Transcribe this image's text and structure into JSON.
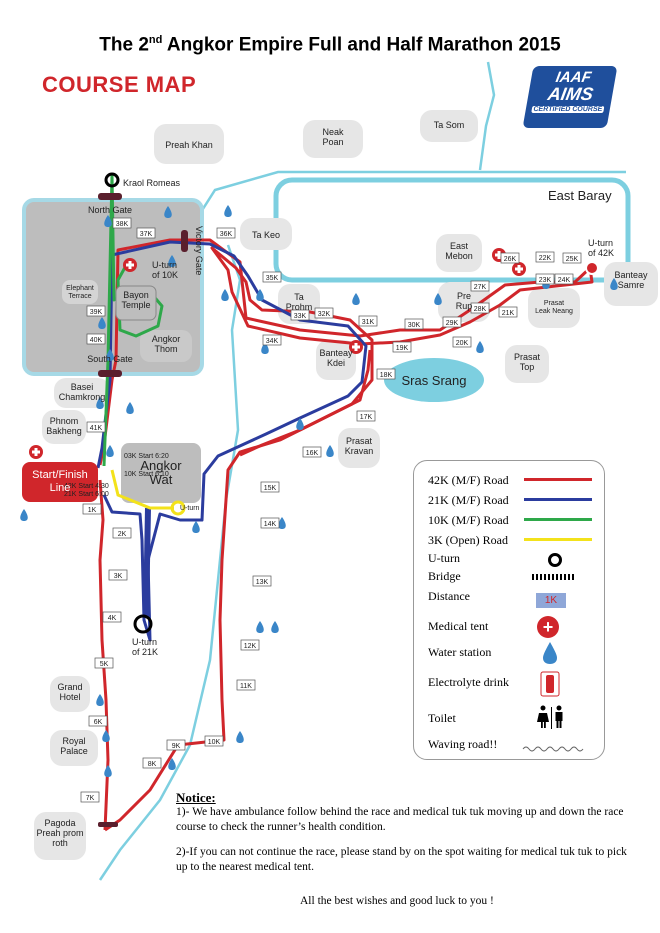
{
  "header": {
    "title_pre": "The 2",
    "title_sup": "nd",
    "title_post": " Angkor Empire Full and Half Marathon 2015",
    "subtitle": "COURSE MAP"
  },
  "badge": {
    "line1": "IAAF",
    "line2": "AIMS",
    "line3": "CERTIFIED COURSE"
  },
  "colors": {
    "road_42k": "#d0262b",
    "road_21k": "#2b3c9e",
    "road_10k": "#2ea84a",
    "road_3k": "#f3e21b",
    "water": "#7dcfe0",
    "area": "#bdbdbd",
    "bubble": "#e6e6e6",
    "distance_box": "#8fa7d8"
  },
  "places": {
    "preah_khan": "Preah Khan",
    "neak_poan": "Neak\nPoan",
    "ta_som": "Ta Som",
    "kraol_romeas": "Kraol Romeas",
    "north_gate": "North Gate",
    "victory_gate": "Victory Gate",
    "ta_keo": "Ta Keo",
    "east_baray": "East Baray",
    "east_mebon": "East\nMebon",
    "banteay_samre": "Banteay\nSamre",
    "pre_rup": "Pre\nRup",
    "prasat_leak_neang": "Prasat\nLeak Neang",
    "elephant_terrace": "Elephant\nTerrace",
    "bayon_temple": "Bayon\nTemple",
    "angkor_thom": "Angkor\nThom",
    "ta_prohm": "Ta\nProhm",
    "banteay_kdei": "Banteay\nKdei",
    "sras_srang": "Sras Srang",
    "prasat_top": "Prasat\nTop",
    "south_gate": "South Gate",
    "basei_chamkrong": "Basei\nChamkrong",
    "phnom_bakheng": "Phnom\nBakheng",
    "angkor_wat": "Angkor\nWat",
    "prasat_kravan": "Prasat\nKravan",
    "grand_hotel": "Grand\nHotel",
    "royal_palace": "Royal\nPalace",
    "pagoda": "Pagoda\nPreah prom\nroth",
    "start_finish": "Start/Finish\nLine",
    "uturn_10k": "U-turn\nof 10K",
    "uturn_42k": "U-turn\nof 42K",
    "uturn_21k": "U-turn\nof 21K",
    "uturn_3k": "U-turn",
    "start_42k": "42K Start 4:30",
    "start_21k": "21K Start 6:00",
    "start_3k": "03K Start 6:20",
    "start_10k": "10K Start 6:10"
  },
  "km_markers": [
    "1K",
    "2K",
    "3K",
    "4K",
    "5K",
    "6K",
    "7K",
    "8K",
    "9K",
    "10K",
    "11K",
    "12K",
    "13K",
    "14K",
    "15K",
    "16K",
    "17K",
    "18K",
    "19K",
    "20K",
    "21K",
    "22K",
    "23K",
    "24K",
    "25K",
    "26K",
    "27K",
    "28K",
    "29K",
    "30K",
    "31K",
    "32K",
    "33K",
    "34K",
    "35K",
    "36K",
    "37K",
    "38K",
    "39K",
    "40K",
    "41K"
  ],
  "legend": {
    "items": [
      {
        "label": "42K (M/F) Road",
        "kind": "line",
        "color": "#d0262b"
      },
      {
        "label": "21K (M/F) Road",
        "kind": "line",
        "color": "#2b3c9e"
      },
      {
        "label": "10K (M/F) Road",
        "kind": "line",
        "color": "#2ea84a"
      },
      {
        "label": "3K (Open) Road",
        "kind": "line",
        "color": "#f3e21b"
      },
      {
        "label": "U-turn",
        "kind": "uturn"
      },
      {
        "label": "Bridge",
        "kind": "bridge"
      },
      {
        "label": "Distance",
        "kind": "distance",
        "sample": "1K"
      },
      {
        "label": "Medical tent",
        "kind": "medical"
      },
      {
        "label": "Water station",
        "kind": "water"
      },
      {
        "label": "Electrolyte drink",
        "kind": "drink"
      },
      {
        "label": "Toilet",
        "kind": "toilet"
      },
      {
        "label": "Waving road!!",
        "kind": "wave"
      }
    ]
  },
  "notice": {
    "title": "Notice:",
    "p1": "1)- We have ambulance follow behind the race and medical tuk tuk moving up and down the race course to check the runner’s health condition.",
    "p2": "2)-If you can not continue the race, please stand by on the spot waiting for medical tuk tuk to pick up to the nearest medical tent.",
    "wishes": "All the best wishes and good luck to you !"
  }
}
